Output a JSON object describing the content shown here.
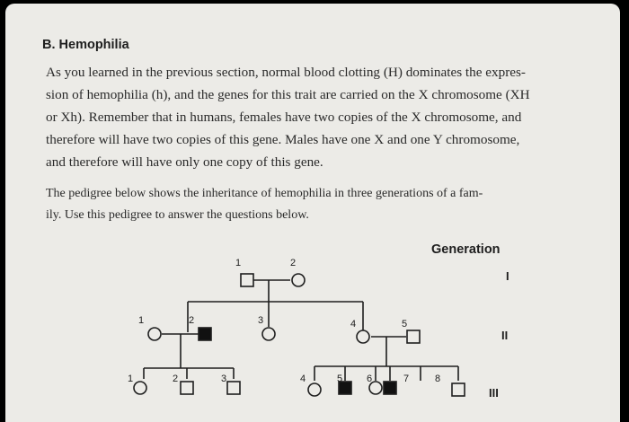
{
  "section": {
    "heading": "B. Hemophilia",
    "paragraph1_lines": [
      "As you learned in the previous section, normal blood clotting (H) dominates the expres-",
      "sion of hemophilia (h), and the genes for this trait are carried on the X chromosome (XH",
      "or Xh). Remember that in humans, females have two copies of the X chromosome, and",
      "therefore will have two copies of this gene. Males have one X and one Y chromosome,",
      "and therefore will have only one copy of this gene."
    ],
    "paragraph2_lines": [
      "The pedigree below shows the inheritance of hemophilia in three generations of a fam-",
      "ily. Use this pedigree to answer the questions below."
    ]
  },
  "pedigree": {
    "generation_label": "Generation",
    "generations": [
      "I",
      "II",
      "III"
    ],
    "individuals": [
      {
        "gen": "I",
        "num": "1",
        "sex": "male",
        "affected": false
      },
      {
        "gen": "I",
        "num": "2",
        "sex": "female",
        "affected": false
      },
      {
        "gen": "II",
        "num": "1",
        "sex": "female",
        "affected": false
      },
      {
        "gen": "II",
        "num": "2",
        "sex": "male",
        "affected": true
      },
      {
        "gen": "II",
        "num": "3",
        "sex": "female",
        "affected": false
      },
      {
        "gen": "II",
        "num": "4",
        "sex": "female",
        "affected": false
      },
      {
        "gen": "II",
        "num": "5",
        "sex": "male",
        "affected": false
      },
      {
        "gen": "III",
        "num": "1",
        "sex": "female",
        "affected": false
      },
      {
        "gen": "III",
        "num": "2",
        "sex": "male",
        "affected": false
      },
      {
        "gen": "III",
        "num": "3",
        "sex": "male",
        "affected": false
      },
      {
        "gen": "III",
        "num": "4",
        "sex": "female",
        "affected": false
      },
      {
        "gen": "III",
        "num": "5",
        "sex": "male",
        "affected": true
      },
      {
        "gen": "III",
        "num": "6",
        "sex": "female",
        "affected": false
      },
      {
        "gen": "III",
        "num": "7",
        "sex": "male",
        "affected": true
      },
      {
        "gen": "III",
        "num": "8",
        "sex": "male",
        "affected": false
      }
    ]
  },
  "colors": {
    "paper": "#ecebe7",
    "ink": "#1e1e1e",
    "affected_fill": "#111111"
  }
}
